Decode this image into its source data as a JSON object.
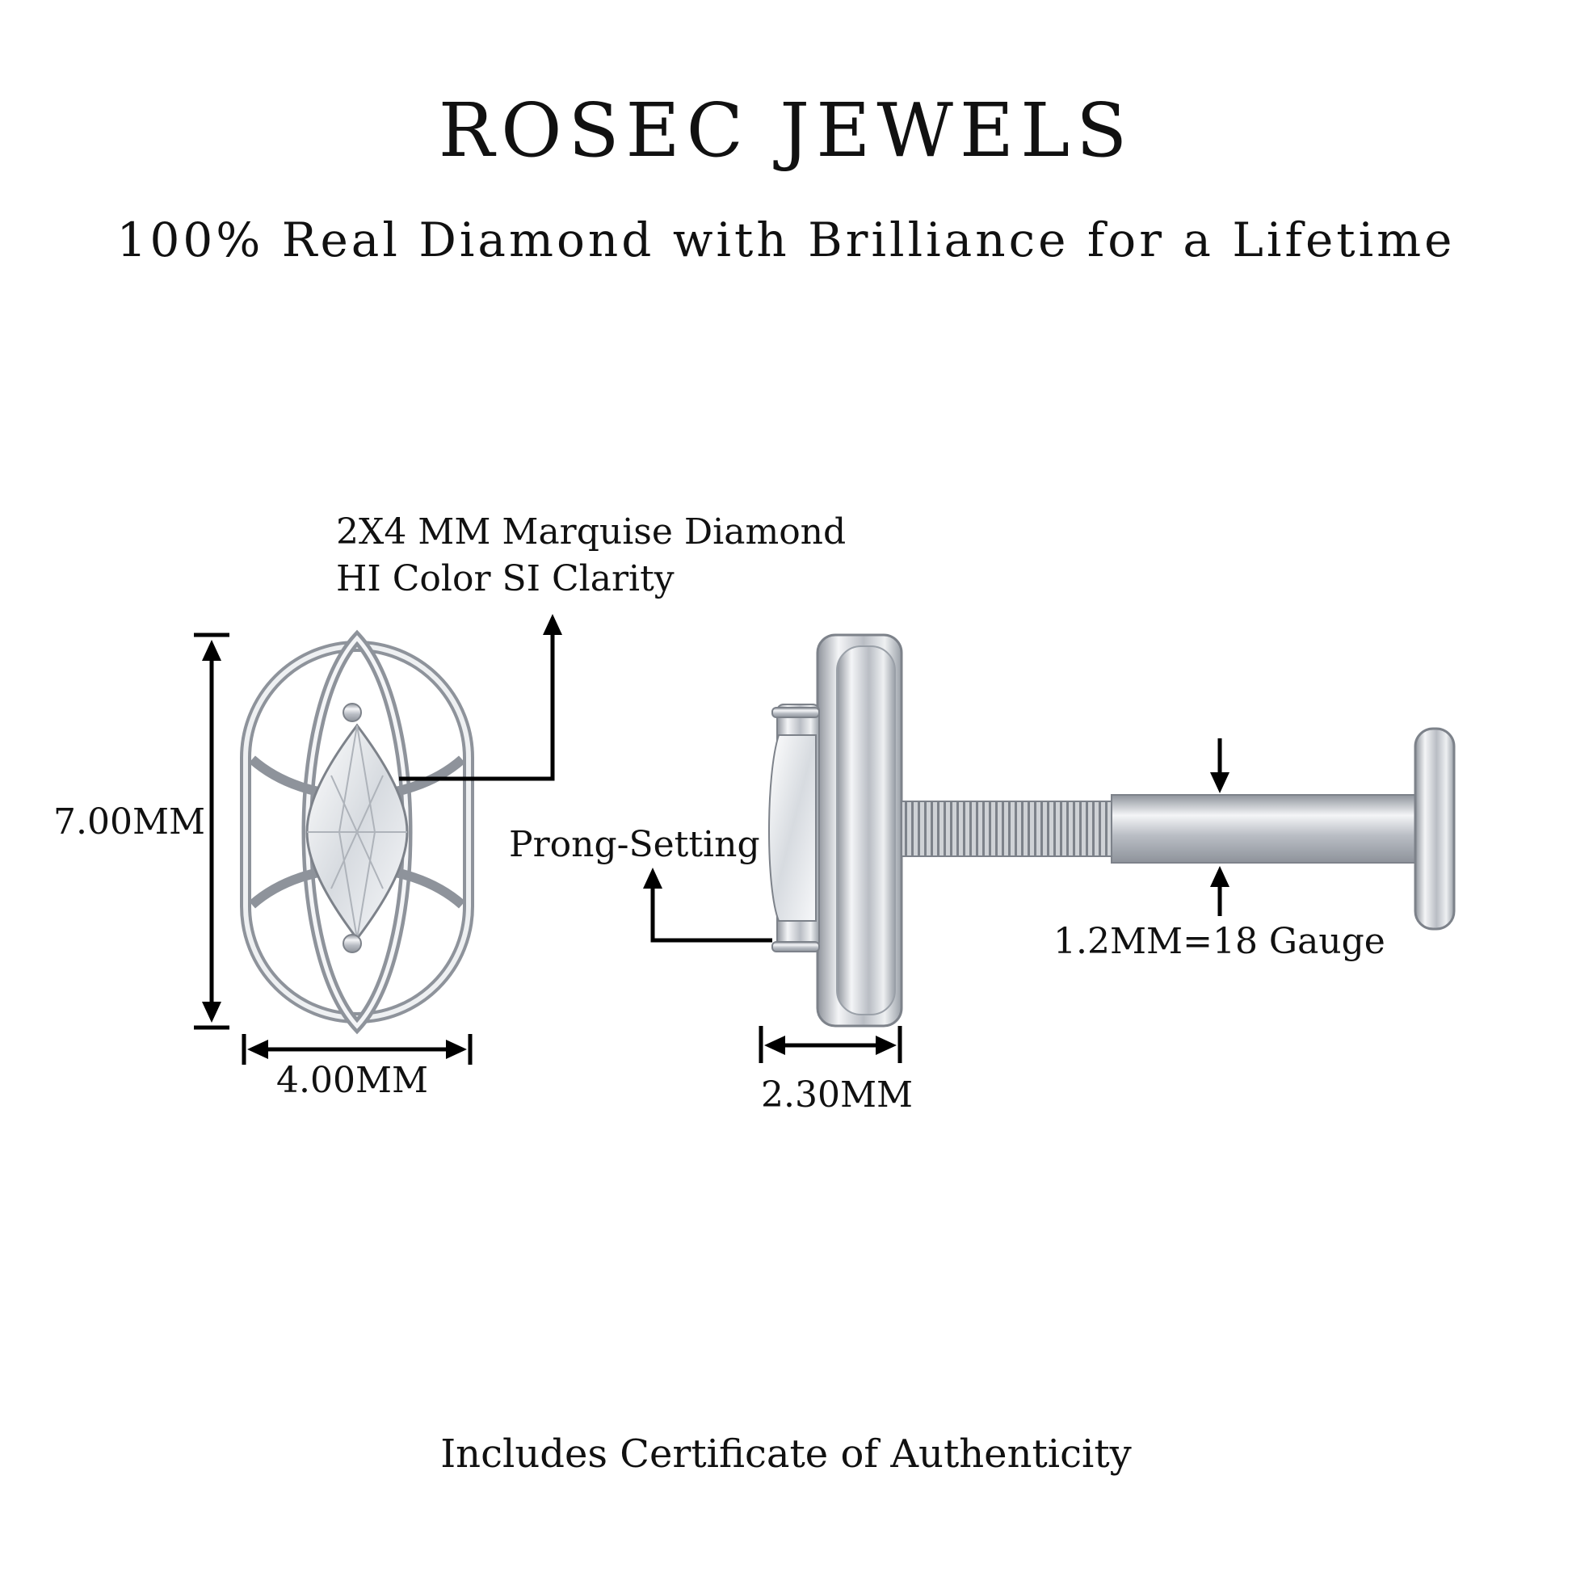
{
  "brand": {
    "title": "ROSEC JEWELS",
    "tagline": "100% Real Diamond with Brilliance for a Lifetime"
  },
  "specs": {
    "diamond_line1": "2X4 MM Marquise Diamond",
    "diamond_line2": "HI Color SI Clarity",
    "height": "7.00MM",
    "width": "4.00MM",
    "setting": "Prong-Setting",
    "depth": "2.30MM",
    "gauge": "1.2MM=18 Gauge"
  },
  "footer": {
    "note": "Includes Certificate of Authenticity"
  },
  "colors": {
    "background": "#ffffff",
    "text": "#111111",
    "metal": "#c9ccd1",
    "metal_dark": "#8e939b",
    "line": "#000000"
  }
}
